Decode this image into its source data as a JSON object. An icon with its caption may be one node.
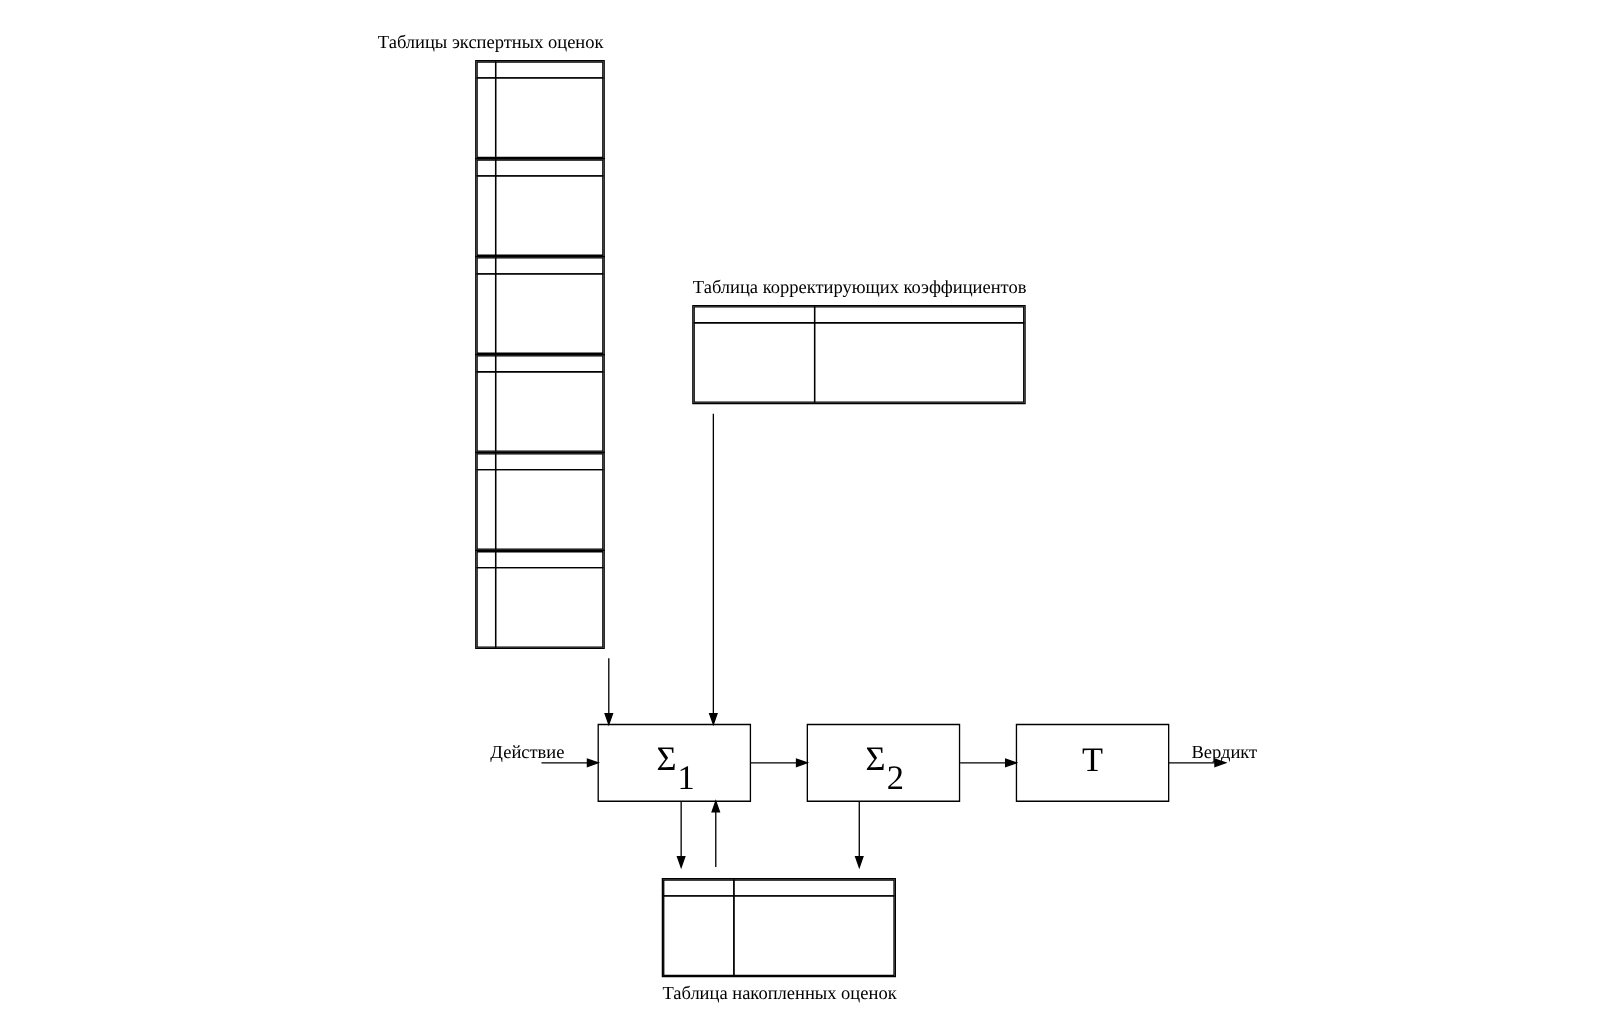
{
  "diagram": {
    "nodes": [
      {
        "text": [
          "Таблицы экспертных оценок"
        ]
      },
      {
        "text": [
          "Таблица корректирующих коэффициентов"
        ]
      },
      {
        "text": [
          "Σ$_{1}$"
        ]
      },
      {
        "text": [
          "Σ$_{2}$"
        ]
      },
      {
        "text": [
          "T"
        ]
      },
      {
        "text": [
          "Таблица накопленных оценок"
        ]
      }
    ],
    "edges": [
      {
        "from": null,
        "to": 2,
        "arrow": "to",
        "label": "Действие"
      },
      {
        "from": 0,
        "to": 2,
        "arrow": "to"
      },
      {
        "from": 1,
        "to": 2,
        "arrow": "to"
      },
      {
        "from": 2,
        "to": 3,
        "arrow": "to"
      },
      {
        "from": 2,
        "to": 5,
        "arrow": "to"
      },
      {
        "from": 5,
        "to": 2,
        "arrow": "to"
      },
      {
        "from": 3,
        "to": 4,
        "arrow": "to"
      },
      {
        "from": 3,
        "to": 5,
        "arrow": "to"
      },
      {
        "from": 4,
        "to": null,
        "arrow": "to",
        "label": "Вердикт"
      }
    ]
  }
}
